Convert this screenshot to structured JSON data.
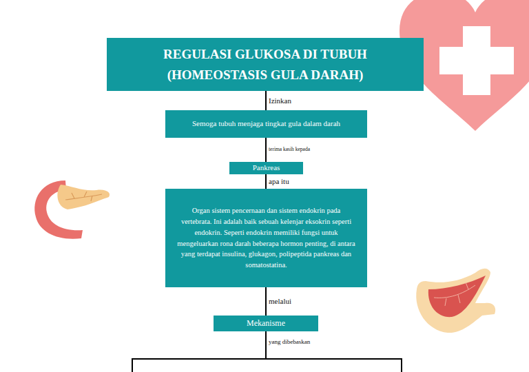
{
  "diagram": {
    "nodes": [
      {
        "text": [
          "REGULASI GLUKOSA DI TUBUH (HOMEOSTASIS GULA DARAH)"
        ]
      },
      {
        "text": [
          "Semoga tubuh menjaga tingkat gula dalam darah"
        ]
      },
      {
        "text": [
          "Pankreas"
        ]
      },
      {
        "text": [
          "Organ sistem pencernaan dan sistem endokrin pada vertebrata. Ini adalah baik sebuah kelenjar eksokrin seperti endokrin. Seperti endokrin memiliki fungsi untuk mengeluarkan rona darah beberapa hormon penting, di antara yang terdapat insulina, glukagon, polipeptida pankreas dan somatostatina."
        ]
      },
      {
        "text": [
          "Mekanisme"
        ]
      }
    ],
    "edges": [
      {
        "from": 0,
        "to": 1,
        "label": "Izinkan",
        "arrow": "none"
      },
      {
        "from": 1,
        "to": 2,
        "label": "terima kasih kepada",
        "arrow": "none"
      },
      {
        "from": 2,
        "to": 3,
        "label": "apa itu",
        "arrow": "none"
      },
      {
        "from": 3,
        "to": 4,
        "label": "melalui",
        "arrow": "none"
      }
    ],
    "labels": [
      "yang dibebaskan"
    ]
  }
}
